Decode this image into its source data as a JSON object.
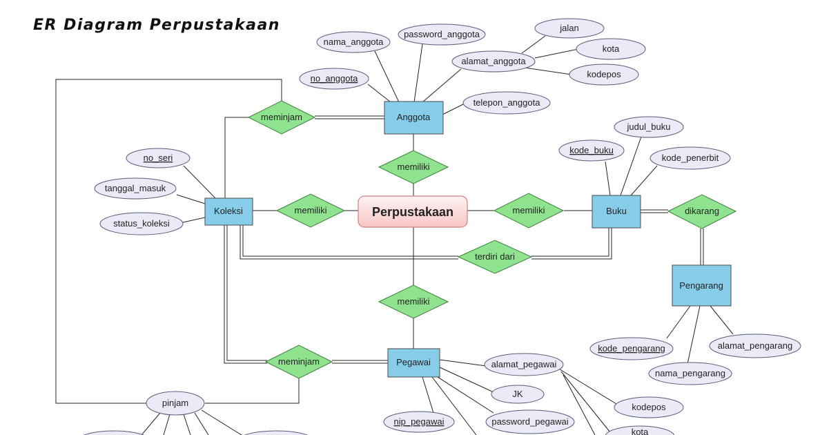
{
  "title": "ER Diagram Perpustakaan",
  "central": "Perpustakaan",
  "entities": {
    "anggota": "Anggota",
    "koleksi": "Koleksi",
    "buku": "Buku",
    "pegawai": "Pegawai",
    "pengarang": "Pengarang"
  },
  "relationships": {
    "meminjam_top": "meminjam",
    "memiliki_anggota": "memiliki",
    "memiliki_koleksi": "memiliki",
    "memiliki_buku": "memiliki",
    "dikarang": "dikarang",
    "terdiri_dari": "terdiri dari",
    "memiliki_pegawai": "memiliki",
    "meminjam_bottom": "meminjam"
  },
  "attributes": {
    "nama_anggota": "nama_anggota",
    "password_anggota": "password_anggota",
    "jalan": "jalan",
    "kota_anggota": "kota",
    "alamat_anggota": "alamat_anggota",
    "kodepos_anggota": "kodepos",
    "no_anggota": "no_anggota",
    "telepon_anggota": "telepon_anggota",
    "judul_buku": "judul_buku",
    "kode_buku": "kode_buku",
    "kode_penerbit": "kode_penerbit",
    "no_seri": "no_seri",
    "tanggal_masuk": "tanggal_masuk",
    "status_koleksi": "status_koleksi",
    "kode_pengarang": "kode_pengarang",
    "alamat_pengarang": "alamat_pengarang",
    "nama_pengarang": "nama_pengarang",
    "alamat_pegawai": "alamat_pegawai",
    "jk": "JK",
    "kodepos_pegawai": "kodepos",
    "nip_pegawai": "nip_pegawai",
    "password_pegawai": "password_pegawai",
    "kota_pegawai": "kota",
    "pinjam": "pinjam"
  },
  "colors": {
    "entity": "#87cde9",
    "relationship": "#8fe38f",
    "attribute": "#eaebf6",
    "central_fill": "#fde0e0",
    "central_stroke": "#d08080"
  }
}
